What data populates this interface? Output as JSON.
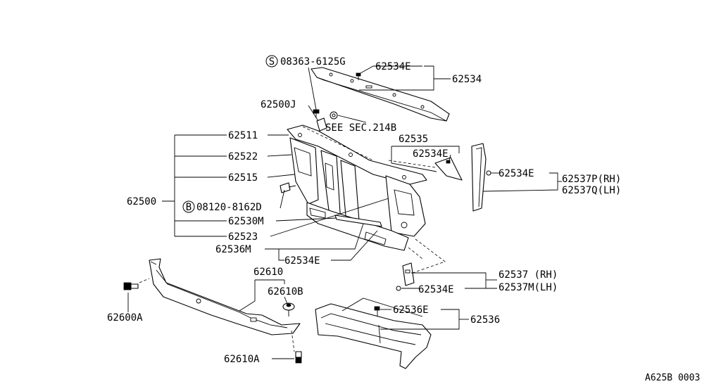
{
  "labels": {
    "s_bolt": "08363-6125G",
    "s_bolt_prefix": "S",
    "bracket_e_top": "62534E",
    "upper_support": "62534",
    "clip_j": "62500J",
    "see_sec": "SEE SEC.214B",
    "p62511": "62511",
    "p62522": "62522",
    "p62515": "62515",
    "p62500": "62500",
    "b_bolt": "08120-8162D",
    "b_bolt_prefix": "B",
    "p62530m": "62530M",
    "p62523": "62523",
    "p62536m": "62536M",
    "e_lower_mid": "62534E",
    "p62535": "62535",
    "e_mid": "62534E",
    "e_side": "62534E",
    "p62537p": "62537P(RH)",
    "p62537q": "62537Q(LH)",
    "p62537": "62537 (RH)",
    "p62537m": "62537M(LH)",
    "e_lower_right": "62534E",
    "p62610": "62610",
    "p62610b": "62610B",
    "p62600a": "62600A",
    "p62610a": "62610A",
    "p62536e": "62536E",
    "p62536": "62536",
    "figure_code": "A625B 0003"
  }
}
